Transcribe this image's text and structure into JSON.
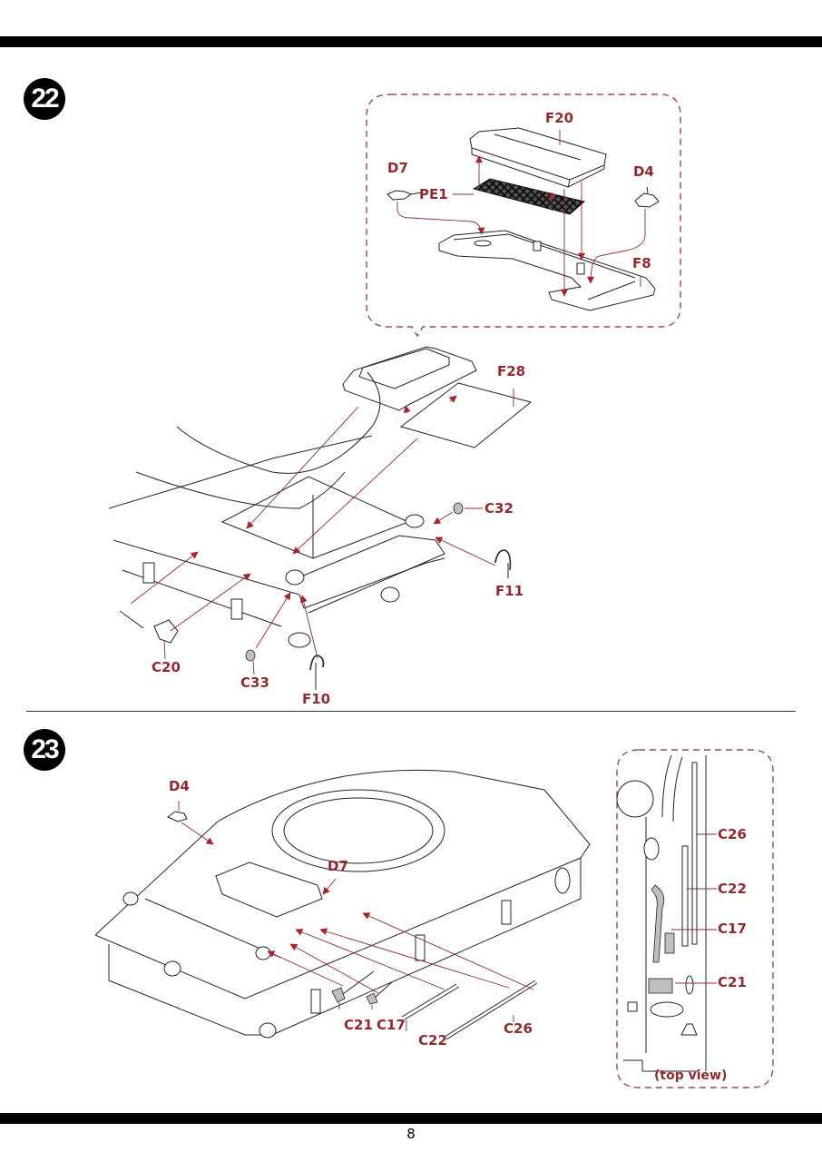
{
  "document": {
    "type": "assembly-instructions",
    "page_number": "8",
    "colors": {
      "callout": "#8f2a2f",
      "arrow": "#a3262c",
      "badge": "#000000",
      "detail_border": "#9a4a4e"
    }
  },
  "steps": [
    {
      "number": "22",
      "detail_inset": {
        "parts": [
          "F20",
          "D7",
          "PE1",
          "D4",
          "F8"
        ]
      },
      "main_parts": [
        "F28",
        "C32",
        "F11",
        "C20",
        "C33",
        "F10"
      ]
    },
    {
      "number": "23",
      "main_parts": [
        "D4",
        "D7",
        "C21",
        "C17",
        "C22",
        "C26"
      ],
      "detail_inset": {
        "parts": [
          "C26",
          "C22",
          "C17",
          "C21"
        ],
        "caption": "(top view)"
      }
    }
  ]
}
